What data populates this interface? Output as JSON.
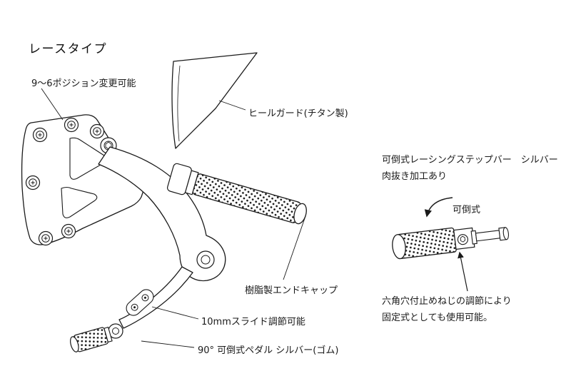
{
  "page": {
    "background": "#ffffff",
    "line_color": "#1a1a1a"
  },
  "title": "レースタイプ",
  "main_diagram": {
    "labels": {
      "position_adjust": "9〜6ポジション変更可能",
      "heel_guard": "ヒールガード(チタン製)",
      "end_cap": "樹脂製エンドキャップ",
      "slide_adjust": "10mmスライド調節可能",
      "pedal": "90° 可倒式ペダル シルバー(ゴム)"
    }
  },
  "side_diagram": {
    "title_line1": "可倒式レーシングステップバー　シルバー",
    "title_line2": "肉抜き加工あり",
    "fold_label": "可倒式",
    "note_line1": "六角穴付止めねじの調節により",
    "note_line2": "固定式としても使用可能。"
  }
}
